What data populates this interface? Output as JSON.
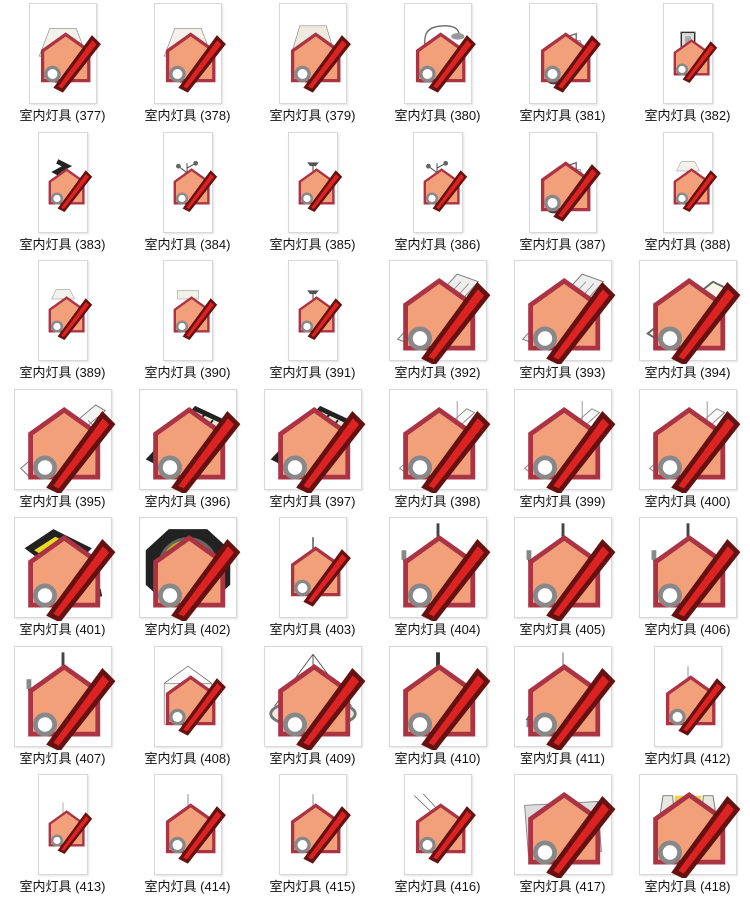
{
  "items": [
    {
      "label": "室内灯具 (377)",
      "icon": "table-lamp"
    },
    {
      "label": "室内灯具 (378)",
      "icon": "table-lamp"
    },
    {
      "label": "室内灯具 (379)",
      "icon": "table-lamp-dark"
    },
    {
      "label": "室内灯具 (380)",
      "icon": "arc-floor-lamp"
    },
    {
      "label": "室内灯具 (381)",
      "icon": "arm-floor-lamp"
    },
    {
      "label": "室内灯具 (382)",
      "icon": "column-lamp"
    },
    {
      "label": "室内灯具 (383)",
      "icon": "paper-floor-lamp"
    },
    {
      "label": "室内灯具 (384)",
      "icon": "torchiere-double"
    },
    {
      "label": "室内灯具 (385)",
      "icon": "torchiere"
    },
    {
      "label": "室内灯具 (386)",
      "icon": "torchiere-double"
    },
    {
      "label": "室内灯具 (387)",
      "icon": "arm-floor-lamp"
    },
    {
      "label": "室内灯具 (388)",
      "icon": "shade-floor-lamp"
    },
    {
      "label": "室内灯具 (389)",
      "icon": "shade-floor-lamp"
    },
    {
      "label": "室内灯具 (390)",
      "icon": "tripod-lamp"
    },
    {
      "label": "室内灯具 (391)",
      "icon": "torchiere"
    },
    {
      "label": "室内灯具 (392)",
      "icon": "tube-light"
    },
    {
      "label": "室内灯具 (393)",
      "icon": "tube-light"
    },
    {
      "label": "室内灯具 (394)",
      "icon": "panel-light"
    },
    {
      "label": "室内灯具 (395)",
      "icon": "louvre-light"
    },
    {
      "label": "室内灯具 (396)",
      "icon": "grid-light"
    },
    {
      "label": "室内灯具 (397)",
      "icon": "grid-light"
    },
    {
      "label": "室内灯具 (398)",
      "icon": "hanging-tube"
    },
    {
      "label": "室内灯具 (399)",
      "icon": "hanging-tube"
    },
    {
      "label": "室内灯具 (400)",
      "icon": "hanging-tube"
    },
    {
      "label": "室内灯具 (401)",
      "icon": "spotlight"
    },
    {
      "label": "室内灯具 (402)",
      "icon": "round-light"
    },
    {
      "label": "室内灯具 (403)",
      "icon": "pendant-globe"
    },
    {
      "label": "室内灯具 (404)",
      "icon": "chandelier"
    },
    {
      "label": "室内灯具 (405)",
      "icon": "chandelier"
    },
    {
      "label": "室内灯具 (406)",
      "icon": "chandelier"
    },
    {
      "label": "室内灯具 (407)",
      "icon": "chandelier"
    },
    {
      "label": "室内灯具 (408)",
      "icon": "drum-pendant"
    },
    {
      "label": "室内灯具 (409)",
      "icon": "bowl-pendant"
    },
    {
      "label": "室内灯具 (410)",
      "icon": "dome-pendant"
    },
    {
      "label": "室内灯具 (411)",
      "icon": "tiffany-pendant"
    },
    {
      "label": "室内灯具 (412)",
      "icon": "globe-pendant"
    },
    {
      "label": "室内灯具 (413)",
      "icon": "cone-pendant"
    },
    {
      "label": "室内灯具 (414)",
      "icon": "dome-pendant-blue"
    },
    {
      "label": "室内灯具 (415)",
      "icon": "small-pendant"
    },
    {
      "label": "室内灯具 (416)",
      "icon": "wire-light"
    },
    {
      "label": "室内灯具 (417)",
      "icon": "wall-bar"
    },
    {
      "label": "室内灯具 (418)",
      "icon": "wall-sconce"
    }
  ]
}
